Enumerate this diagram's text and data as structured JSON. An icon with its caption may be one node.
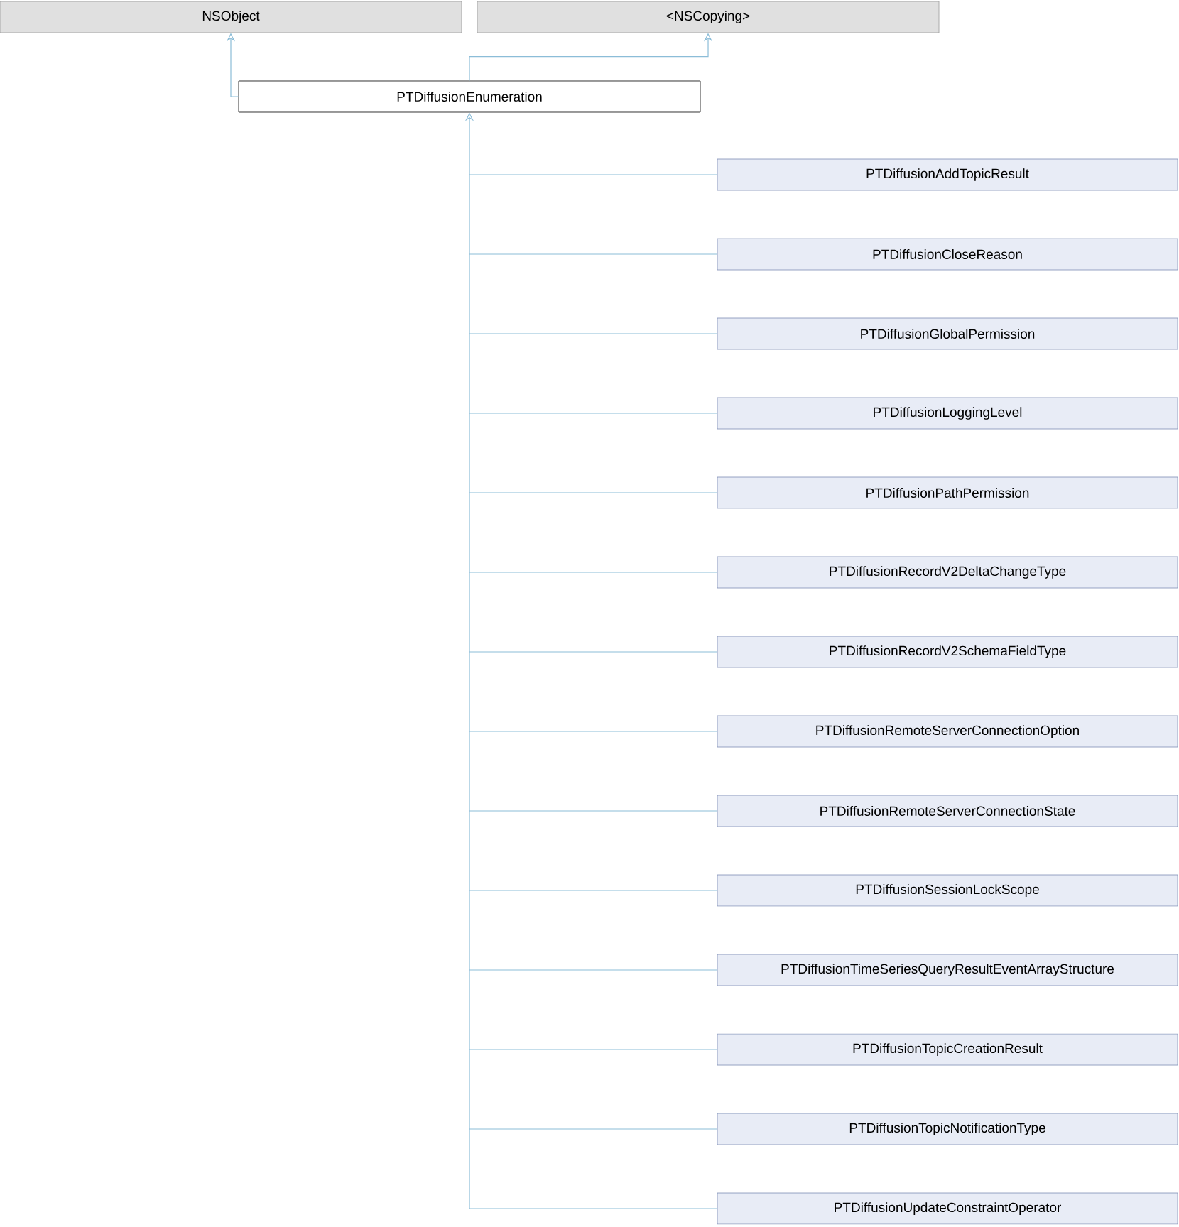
{
  "diagram": {
    "nodes": [
      {
        "text": [
          "NSObject"
        ]
      },
      {
        "text": [
          "<NSCopying>"
        ]
      },
      {
        "text": [
          "PTDiffusionEnumeration"
        ]
      },
      {
        "text": [
          "PTDiffusionAddTopicResult"
        ]
      },
      {
        "text": [
          "PTDiffusionCloseReason"
        ]
      },
      {
        "text": [
          "PTDiffusionGlobalPermission"
        ]
      },
      {
        "text": [
          "PTDiffusionLoggingLevel"
        ]
      },
      {
        "text": [
          "PTDiffusionPathPermission"
        ]
      },
      {
        "text": [
          "PTDiffusionRecordV2DeltaChangeType"
        ]
      },
      {
        "text": [
          "PTDiffusionRecordV2SchemaFieldType"
        ]
      },
      {
        "text": [
          "PTDiffusionRemoteServerConnectionOption"
        ]
      },
      {
        "text": [
          "PTDiffusionRemoteServerConnectionState"
        ]
      },
      {
        "text": [
          "PTDiffusionSessionLockScope"
        ]
      },
      {
        "text": [
          "PTDiffusionTimeSeriesQueryResultEventArrayStructure"
        ]
      },
      {
        "text": [
          "PTDiffusionTopicCreationResult"
        ]
      },
      {
        "text": [
          "PTDiffusionTopicNotificationType"
        ]
      },
      {
        "text": [
          "PTDiffusionUpdateConstraintOperator"
        ]
      }
    ],
    "edges": [
      {
        "from": 2,
        "to": 0,
        "arrow": "to"
      },
      {
        "from": 2,
        "to": 1,
        "arrow": "to"
      },
      {
        "from": 3,
        "to": 2,
        "arrow": "to"
      },
      {
        "from": 4,
        "to": 2,
        "arrow": "to"
      },
      {
        "from": 5,
        "to": 2,
        "arrow": "to"
      },
      {
        "from": 6,
        "to": 2,
        "arrow": "to"
      },
      {
        "from": 7,
        "to": 2,
        "arrow": "to"
      },
      {
        "from": 8,
        "to": 2,
        "arrow": "to"
      },
      {
        "from": 9,
        "to": 2,
        "arrow": "to"
      },
      {
        "from": 10,
        "to": 2,
        "arrow": "to"
      },
      {
        "from": 11,
        "to": 2,
        "arrow": "to"
      },
      {
        "from": 12,
        "to": 2,
        "arrow": "to"
      },
      {
        "from": 13,
        "to": 2,
        "arrow": "to"
      },
      {
        "from": 14,
        "to": 2,
        "arrow": "to"
      },
      {
        "from": 15,
        "to": 2,
        "arrow": "to"
      },
      {
        "from": 16,
        "to": 2,
        "arrow": "to"
      }
    ]
  }
}
